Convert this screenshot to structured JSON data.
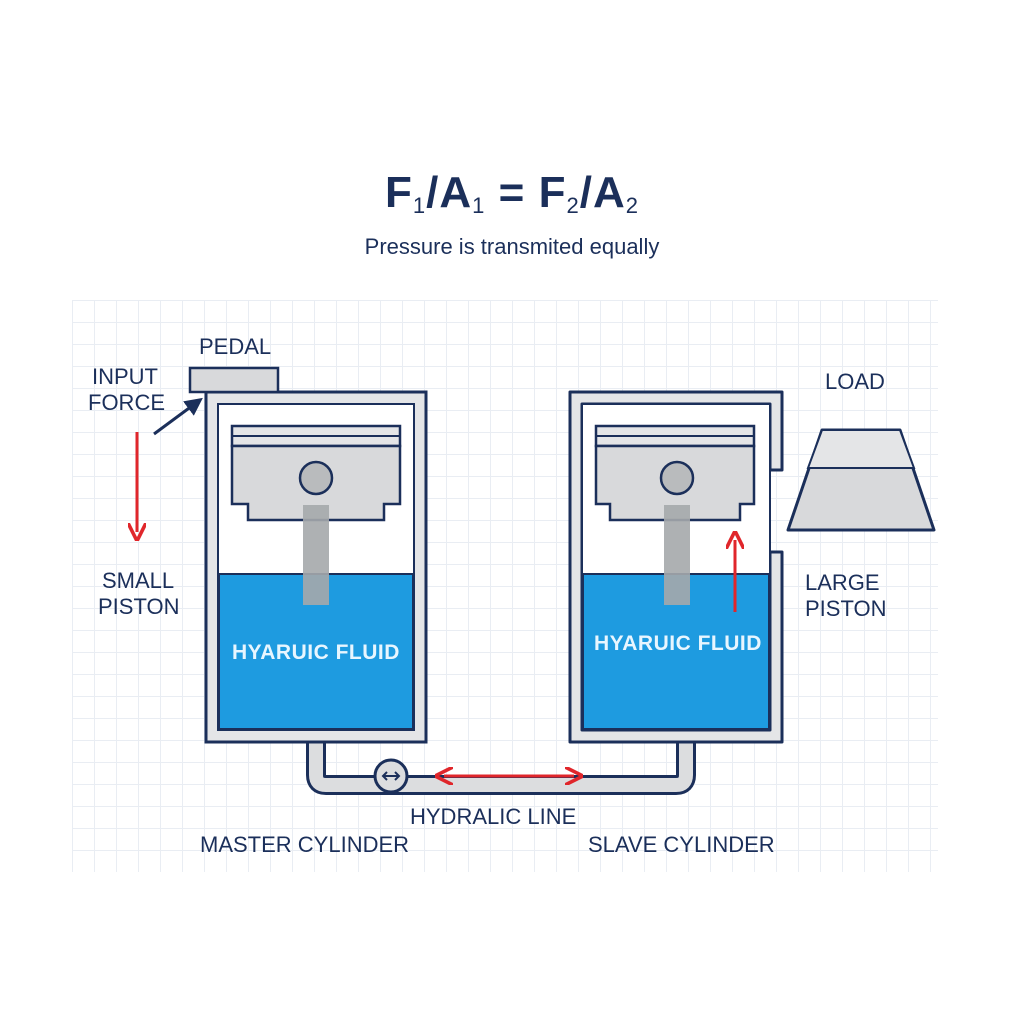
{
  "formula": {
    "f1": "F",
    "sub1": "1",
    "a1": "/A",
    "sub_a1": "1",
    "eq": " = ",
    "f2": "F",
    "sub2": "2",
    "a2": "/A",
    "sub_a2": "2"
  },
  "subtitle": "Pressure is transmited equally",
  "labels": {
    "pedal": "PEDAL",
    "input_force_line1": "INPUT",
    "input_force_line2": "FORCE",
    "small_piston_line1": "SMALL",
    "small_piston_line2": "PISTON",
    "load": "LOAD",
    "large_piston_line1": "LARGE",
    "large_piston_line2": "PISTON",
    "fluid_left": "HYARUIC FLUID",
    "fluid_right": "HYARUIC FLUID",
    "hydraulic_line": "HYDRALIC LINE",
    "master_cylinder": "MASTER CYLINDER",
    "slave_cylinder": "SLAVE CYLINDER"
  },
  "colors": {
    "outline": "#1b2f5a",
    "fluid": "#1e9be0",
    "metal": "#d8d9db",
    "arrow": "#e0262b"
  }
}
